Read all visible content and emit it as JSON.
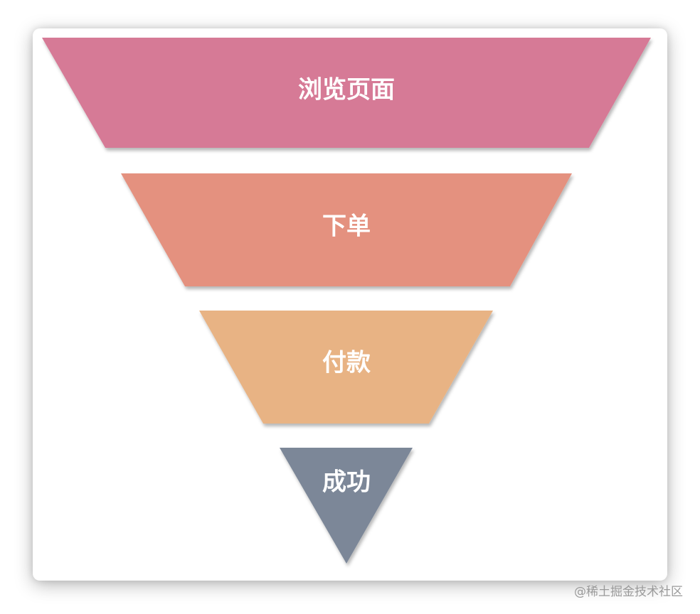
{
  "diagram": {
    "type": "funnel",
    "stages": [
      {
        "label": "浏览页面",
        "color": "#d67a96"
      },
      {
        "label": "下单",
        "color": "#e4917f"
      },
      {
        "label": "付款",
        "color": "#e8b384"
      },
      {
        "label": "成功",
        "color": "#7c8798"
      }
    ]
  },
  "watermark": {
    "text": "@稀土掘金技术社区"
  }
}
